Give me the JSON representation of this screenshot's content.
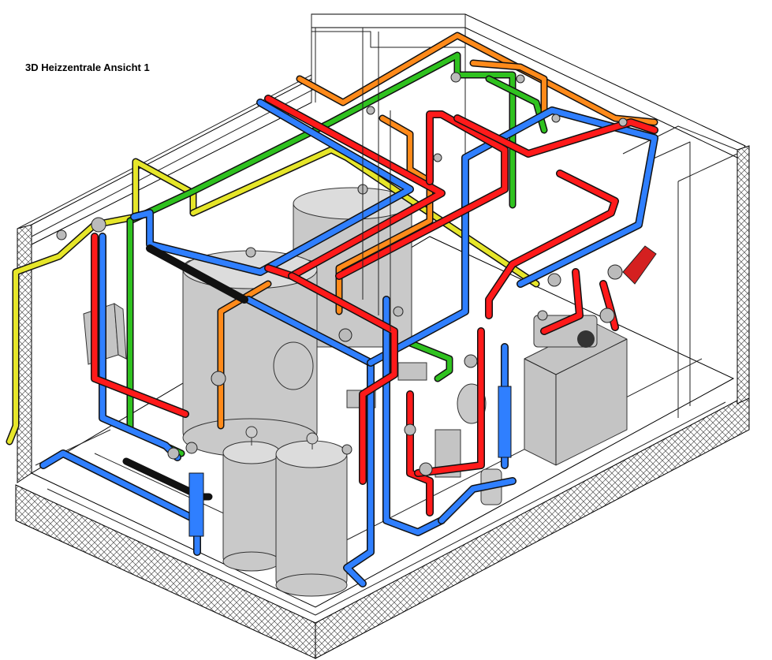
{
  "title": "3D Heizzentrale Ansicht 1",
  "colors": {
    "supply_hot": "#ff1a1a",
    "return": "#2f7fff",
    "green_line": "#2fc21f",
    "orange_line": "#ff8a1a",
    "yellow_line": "#e6e62a",
    "equipment": "#c9c9c9",
    "chimney": "#d42020"
  },
  "components": {
    "storage_tanks": 3,
    "expansion_vessels": 2,
    "boiler": "boiler-unit",
    "control_cabinet": "control-box"
  }
}
